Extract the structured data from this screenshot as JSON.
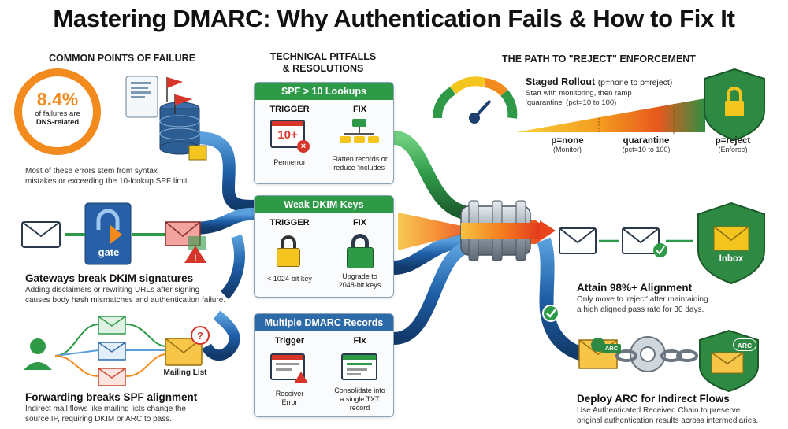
{
  "title": "Mastering DMARC: Why Authentication Fails & How to Fix It",
  "sections": {
    "failure_points": "COMMON POINTS OF FAILURE",
    "pitfalls": [
      "TECHNICAL PITFALLS",
      "& RESOLUTIONS"
    ],
    "reject_path": "THE PATH TO \"REJECT\" ENFORCEMENT"
  },
  "dns_stat": {
    "value": "8.4%",
    "caption_line1": "of failures are",
    "caption_line2": "DNS-related",
    "note_line1": "Most of these errors stem from syntax",
    "note_line2": "mistakes or exceeding the 10-lookup SPF limit."
  },
  "gateway": {
    "icon_label": "gate",
    "heading": "Gateways break DKIM signatures",
    "desc_line1": "Adding disclaimers or rewriting URLs after signing",
    "desc_line2": "causes body hash mismatches and authentication failure."
  },
  "forwarding": {
    "list_label": "Mailing List",
    "heading": "Forwarding breaks SPF alignment",
    "desc_line1": "Indirect mail flows like mailing lists change the",
    "desc_line2": "source IP, requiring DKIM or ARC to pass."
  },
  "panels": [
    {
      "title": "SPF > 10 Lookups",
      "trigger_label": "TRIGGER",
      "fix_label": "FIX",
      "trigger_icon_text": "10+",
      "trigger_text": "Permerror",
      "fix_line1": "Flatten records or",
      "fix_line2": "reduce 'includes'"
    },
    {
      "title": "Weak DKIM Keys",
      "trigger_label": "TRIGGER",
      "fix_label": "FIX",
      "trigger_text": "< 1024-bit key",
      "fix_line1": "Upgrade to",
      "fix_line2": "2048-bit keys"
    },
    {
      "title": "Multiple DMARC Records",
      "trigger_label": "Trigger",
      "fix_label": "Fix",
      "trigger_line1": "Receiver",
      "trigger_line2": "Error",
      "fix_line1": "Consolidate into",
      "fix_line2": "a single TXT",
      "fix_line3": "record"
    }
  ],
  "rollout": {
    "heading": "Staged Rollout",
    "heading_detail": "(p=none to p=reject)",
    "desc_line1": "Start with monitoring, then ramp",
    "desc_line2": "'quarantine' (pct=10 to 100)",
    "stages": [
      {
        "policy": "p=none",
        "note": "(Monitor)"
      },
      {
        "policy": "quarantine",
        "note": "(pct=10 to 100)"
      },
      {
        "policy": "p=reject",
        "note": "(Enforce)"
      }
    ]
  },
  "inbox_label": "Inbox",
  "alignment": {
    "heading": "Attain 98%+ Alignment",
    "desc_line1": "Only move to 'reject' after maintaining",
    "desc_line2": "a high aligned pass rate for 30 days."
  },
  "arc": {
    "badge": "ARC",
    "heading": "Deploy ARC for Indirect Flows",
    "desc_line1": "Use Authenticated Received Chain to preserve",
    "desc_line2": "original authentication results across intermediaries."
  },
  "colors": {
    "green": "#2e9a48",
    "dark_green": "#1f6e3a",
    "blue": "#1f5fa8",
    "navy": "#1d3f6e",
    "orange": "#f28a1e",
    "red": "#d8352a",
    "yellow": "#f5c51f"
  }
}
